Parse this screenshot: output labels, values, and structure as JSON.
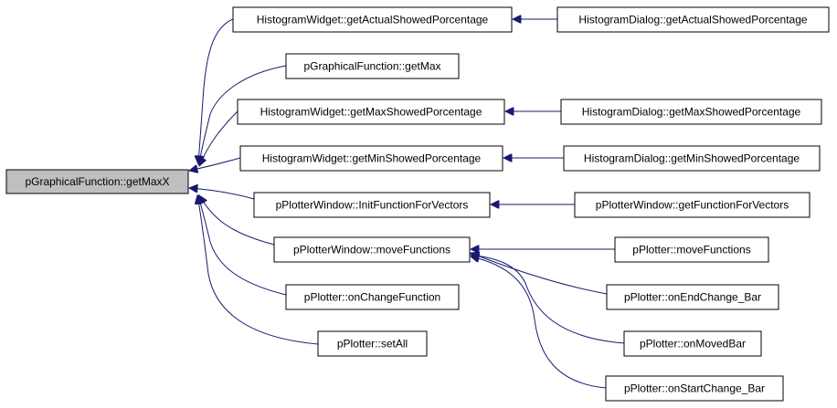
{
  "graph": {
    "colors": {
      "edge": "#191970",
      "root_fill": "#bfbfbf",
      "node_fill": "#ffffff",
      "node_border": "#000000"
    },
    "nodes": {
      "root": "pGraphicalFunction::getMaxX",
      "hw_actual": "HistogramWidget::getActualShowedPorcentage",
      "hd_actual": "HistogramDialog::getActualShowedPorcentage",
      "pgf_getmax": "pGraphicalFunction::getMax",
      "hw_max": "HistogramWidget::getMaxShowedPorcentage",
      "hd_max": "HistogramDialog::getMaxShowedPorcentage",
      "hw_min": "HistogramWidget::getMinShowedPorcentage",
      "hd_min": "HistogramDialog::getMinShowedPorcentage",
      "ppw_init": "pPlotterWindow::InitFunctionForVectors",
      "ppw_getfunc": "pPlotterWindow::getFunctionForVectors",
      "ppw_move": "pPlotterWindow::moveFunctions",
      "pp_move": "pPlotter::moveFunctions",
      "pp_onendchange": "pPlotter::onEndChange_Bar",
      "pp_onchangefunc": "pPlotter::onChangeFunction",
      "pp_onmovedbar": "pPlotter::onMovedBar",
      "pp_setall": "pPlotter::setAll",
      "pp_onstartchange": "pPlotter::onStartChange_Bar"
    }
  }
}
